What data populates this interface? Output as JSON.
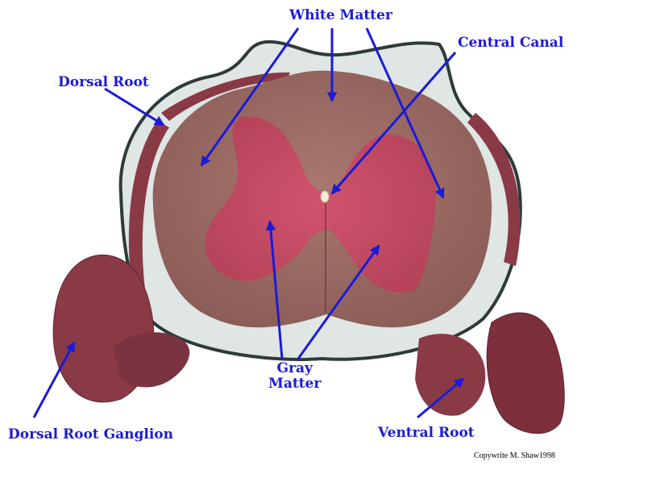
{
  "colors": {
    "label": "#1b1bd8",
    "arrow": "#1b1bd8",
    "white_matter": "#9b6b63",
    "gray_matter": "#c2405e",
    "membrane": "#2f3a3a",
    "connective": "#dfe6e4",
    "root_tissue": "#8a3a45",
    "copyright": "#000000"
  },
  "labels": {
    "white_matter": "White Matter",
    "central_canal": "Central Canal",
    "dorsal_root": "Dorsal Root",
    "gray_matter_line1": "Gray",
    "gray_matter_line2": "Matter",
    "dorsal_root_ganglion": "Dorsal Root Ganglion",
    "ventral_root": "Ventral Root"
  },
  "copyright": "Copywrite M. Shaw1998",
  "icons": {
    "arrow": "arrow-icon"
  }
}
